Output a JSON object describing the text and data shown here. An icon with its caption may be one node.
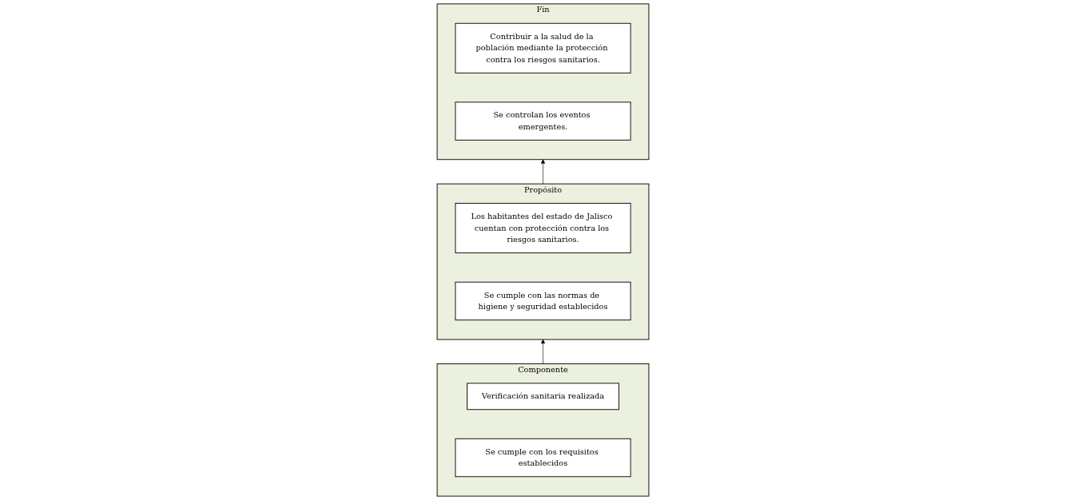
{
  "diagram": {
    "nodes": [
      {
        "text": [
          "Fin"
        ]
      },
      {
        "text": [
          "Contribuir a la salud de la población mediante la protección contra los riesgos sanitarios."
        ],
        "in": 0
      },
      {
        "text": [
          "Se controlan los eventos emergentes."
        ],
        "in": 0
      },
      {
        "text": [
          "Propósito"
        ]
      },
      {
        "text": [
          "Los habitantes del estado de Jalisco cuentan con protección contra los riesgos sanitarios."
        ],
        "in": 3
      },
      {
        "text": [
          "Se cumple con las normas de higiene y seguridad establecidos"
        ],
        "in": 3
      },
      {
        "text": [
          "Componente"
        ]
      },
      {
        "text": [
          "Verificación sanitaria realizada"
        ],
        "in": 6
      },
      {
        "text": [
          "Se cumple con los requisitos establecidos"
        ],
        "in": 6
      }
    ],
    "edges": [
      {
        "from": 3,
        "to": 0,
        "arrow": "to"
      },
      {
        "from": 6,
        "to": 3,
        "arrow": "to"
      }
    ]
  }
}
